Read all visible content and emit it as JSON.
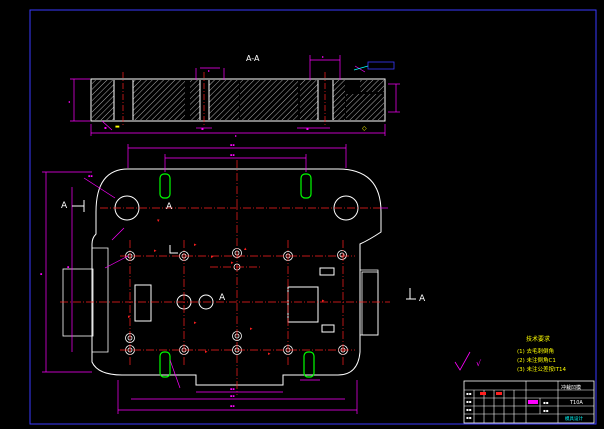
{
  "drawing": {
    "section_label": "A-A",
    "section_marks": [
      "A",
      "A",
      "A",
      "A"
    ],
    "tech_requirements": {
      "title": "技术要求",
      "items": [
        "(1) 去毛刺倒角",
        "(2) 未注倒角C1",
        "(3) 未注公差按IT14"
      ]
    },
    "roughness": "√",
    "title_block": {
      "part_name": "冲裁凹模",
      "material": "T10A",
      "school": "模具设计"
    },
    "colors": {
      "outline": "#ffffff",
      "dimension": "#ff00ff",
      "center": "#ff2020",
      "hatch": "#ffffff",
      "slot": "#00ff00",
      "note": "#ffff00",
      "leader": "#00ffff",
      "frame": "#3a3aff"
    }
  }
}
